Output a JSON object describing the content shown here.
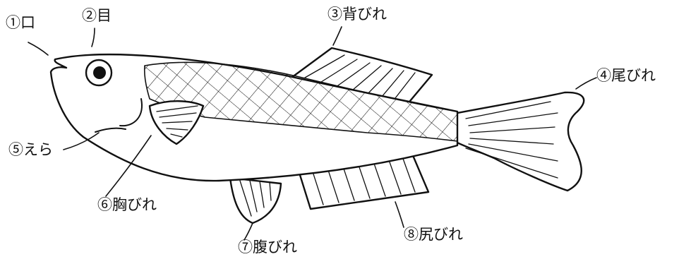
{
  "labels": {
    "mouth": "①口",
    "eye": "②目",
    "dorsal_fin": "③背びれ",
    "tail_fin": "④尾びれ",
    "gill": "⑤えら",
    "pectoral_fin": "⑥胸びれ",
    "pelvic_fin": "⑦腹びれ",
    "anal_fin": "⑧尻びれ"
  },
  "colors": {
    "line": "#111111",
    "background": "#ffffff"
  }
}
